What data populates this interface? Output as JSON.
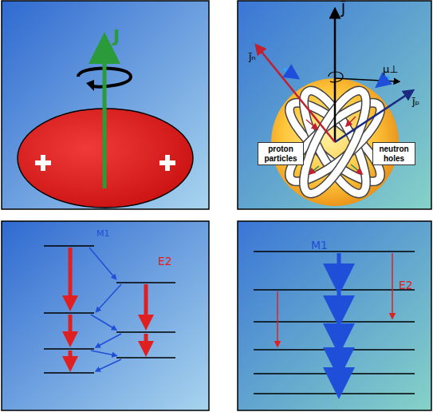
{
  "diagram": {
    "nodes": [
      {
        "text": [
          "proton particles"
        ]
      },
      {
        "text": [
          "neutron holes"
        ]
      }
    ],
    "labels": [
      "J",
      "J̄",
      "j̄ₙ",
      "μ⊥",
      "j̄ₚ",
      "M1",
      "E2",
      "M1",
      "E2"
    ]
  }
}
